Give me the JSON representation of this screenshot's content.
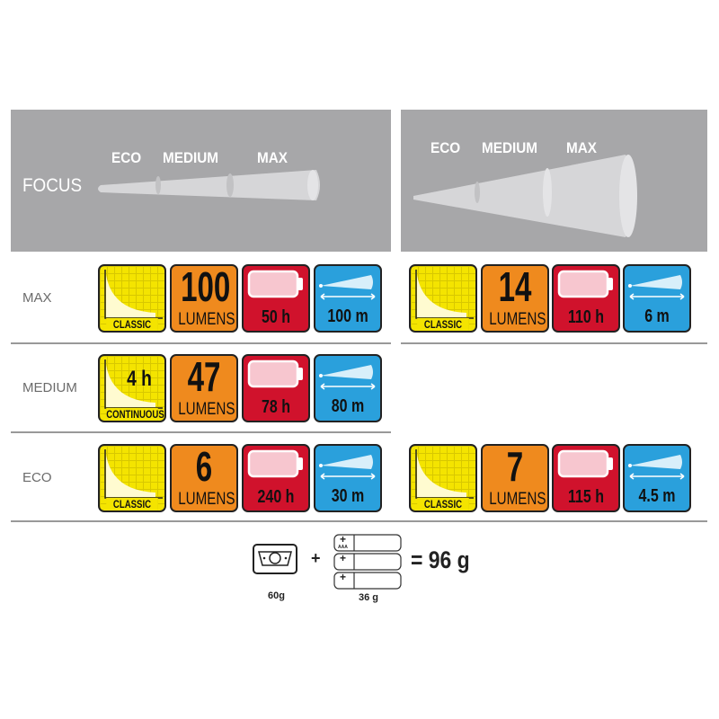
{
  "focus_label": "FOCUS",
  "left_beam": {
    "labels": [
      "ECO",
      "MEDIUM",
      "MAX"
    ]
  },
  "right_beam": {
    "labels": [
      "ECO",
      "MEDIUM",
      "MAX"
    ]
  },
  "rows": [
    {
      "label": "MAX",
      "left": {
        "mode": "CLASSIC",
        "lumens": "100",
        "lumens_unit": "LUMENS",
        "battery": "50 h",
        "distance": "100 m"
      },
      "right": {
        "mode": "CLASSIC",
        "lumens": "14",
        "lumens_unit": "LUMENS",
        "battery": "110 h",
        "distance": "6 m"
      }
    },
    {
      "label": "MEDIUM",
      "left": {
        "mode": "CONTINUOUS",
        "mode_value": "4 h",
        "lumens": "47",
        "lumens_unit": "LUMENS",
        "battery": "78 h",
        "distance": "80 m"
      }
    },
    {
      "label": "ECO",
      "left": {
        "mode": "CLASSIC",
        "lumens": "6",
        "lumens_unit": "LUMENS",
        "battery": "240 h",
        "distance": "30 m"
      },
      "right": {
        "mode": "CLASSIC",
        "lumens": "7",
        "lumens_unit": "LUMENS",
        "battery": "115 h",
        "distance": "4.5 m"
      }
    }
  ],
  "weight": {
    "lamp": "60g",
    "plus": "+",
    "batteries": "36 g",
    "battery_mark": "+",
    "battery_type": "AAA",
    "total": "= 96 g"
  },
  "colors": {
    "classic": "#f4e400",
    "lumens": "#ef8a1e",
    "battery": "#d0122c",
    "distance": "#2aa0dc",
    "panel": "#a7a7a9"
  }
}
